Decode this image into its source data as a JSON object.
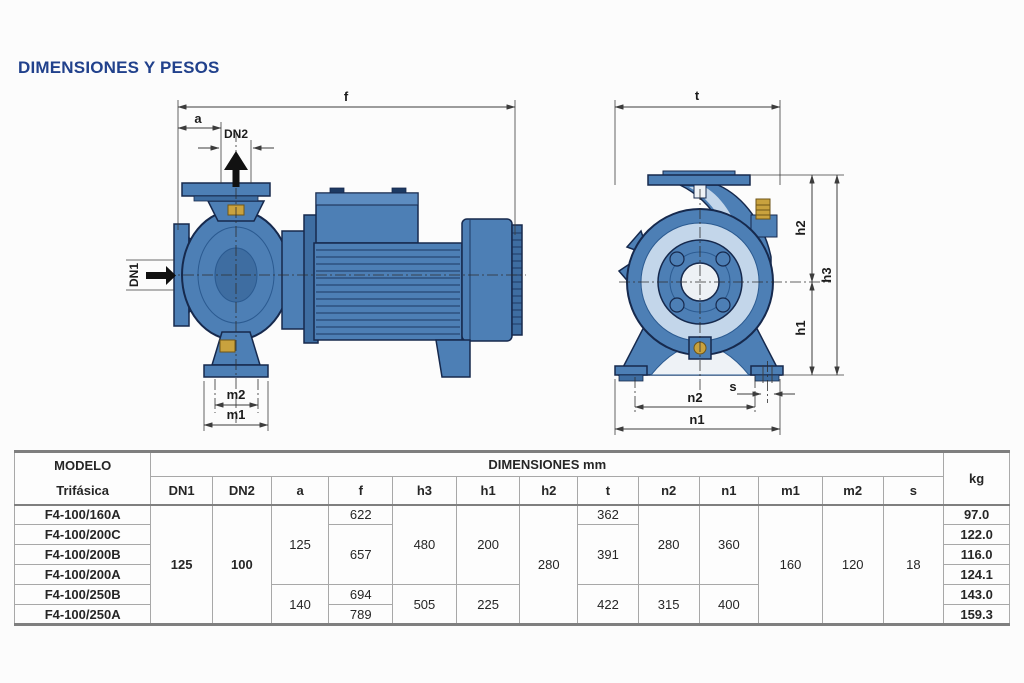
{
  "title": "DIMENSIONES Y PESOS",
  "drawings": {
    "side": {
      "f": "f",
      "a": "a",
      "dn2": "DN2",
      "dn1": "DN1",
      "m2": "m2",
      "m1": "m1"
    },
    "front": {
      "t": "t",
      "h2": "h2",
      "h1": "h1",
      "h3": "h3",
      "s": "s",
      "n2": "n2",
      "n1": "n1"
    }
  },
  "table": {
    "header": {
      "modelo": "MODELO",
      "trifasica": "Trifásica",
      "dimensiones": "DIMENSIONES mm",
      "kg": "kg",
      "columns": [
        "DN1",
        "DN2",
        "a",
        "f",
        "h3",
        "h1",
        "h2",
        "t",
        "n2",
        "n1",
        "m1",
        "m2",
        "s"
      ]
    },
    "models": [
      "F4-100/160A",
      "F4-100/200C",
      "F4-100/200B",
      "F4-100/200A",
      "F4-100/250B",
      "F4-100/250A"
    ],
    "weights": [
      "97.0",
      "122.0",
      "116.0",
      "124.1",
      "143.0",
      "159.3"
    ],
    "dims": {
      "dn1": "125",
      "dn2": "100",
      "a": [
        "125",
        "140"
      ],
      "f": [
        "622",
        "657",
        "694",
        "789"
      ],
      "h3": [
        "480",
        "505"
      ],
      "h1": [
        "200",
        "225"
      ],
      "h2": "280",
      "t": [
        "362",
        "391",
        "422"
      ],
      "n2": [
        "280",
        "315"
      ],
      "n1": [
        "360",
        "400"
      ],
      "m1": "160",
      "m2": "120",
      "s": "18"
    }
  },
  "colors": {
    "title_blue": "#21418c",
    "pump_body": "#4d7fb5",
    "pump_dark": "#3e6da1",
    "pump_light": "#c3d6ea",
    "pump_outline": "#16294d",
    "brass": "#c9a23e",
    "dim_line": "#3c3c3c"
  }
}
